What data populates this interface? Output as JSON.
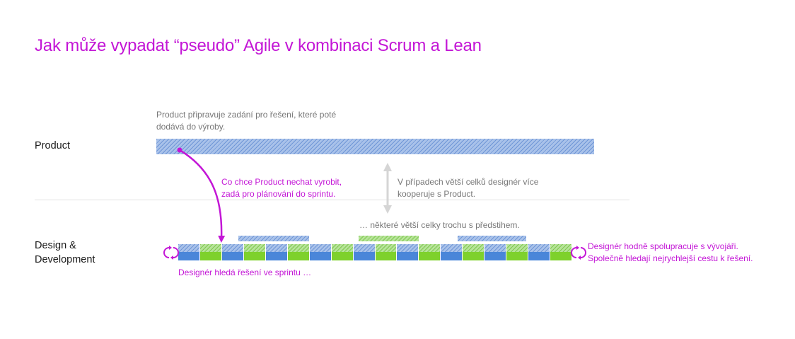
{
  "title": "Jak může vypadat “pseudo” Agile v kombinaci Scrum a Lean",
  "lanes": {
    "product": "Product",
    "design_dev_line1": "Design &",
    "design_dev_line2": "Development"
  },
  "notes": {
    "product_desc_line1": "Product připravuje zadání pro řešení, které poté",
    "product_desc_line2": "dodává do výroby.",
    "handoff_line1": "Co chce Product nechat vyrobit,",
    "handoff_line2": "zadá pro plánování do sprintu.",
    "bigger_line1": "V případech větší celků designér více",
    "bigger_line2": "kooperuje s Product.",
    "ahead": "… některé větší celky trochu s předstihem.",
    "designer_sprint": "Designér hledá řešení ve sprintu …",
    "coop_line1": "Designér hodně spolupracuje s vývojáři.",
    "coop_line2": "Společně hledají nejrychlejší cestu k řešení."
  },
  "icons": {
    "cycle_left": "cycle-arrows-icon",
    "cycle_right": "cycle-arrows-icon",
    "handoff_arrow": "curved-arrow-icon",
    "double_arrow": "vertical-double-arrow-icon"
  },
  "colors": {
    "accent": "#c316d6",
    "blue": "#4a86d9",
    "green": "#7ed12c",
    "grey_text": "#777777",
    "divider": "#e2e2e2"
  },
  "sprint_sequence": [
    "blue",
    "green",
    "blue",
    "green",
    "blue",
    "green",
    "blue",
    "green",
    "blue",
    "green",
    "blue",
    "green",
    "blue",
    "green",
    "blue",
    "green",
    "blue",
    "green"
  ],
  "ahead_blocks": [
    "blue",
    "green",
    "blue"
  ]
}
